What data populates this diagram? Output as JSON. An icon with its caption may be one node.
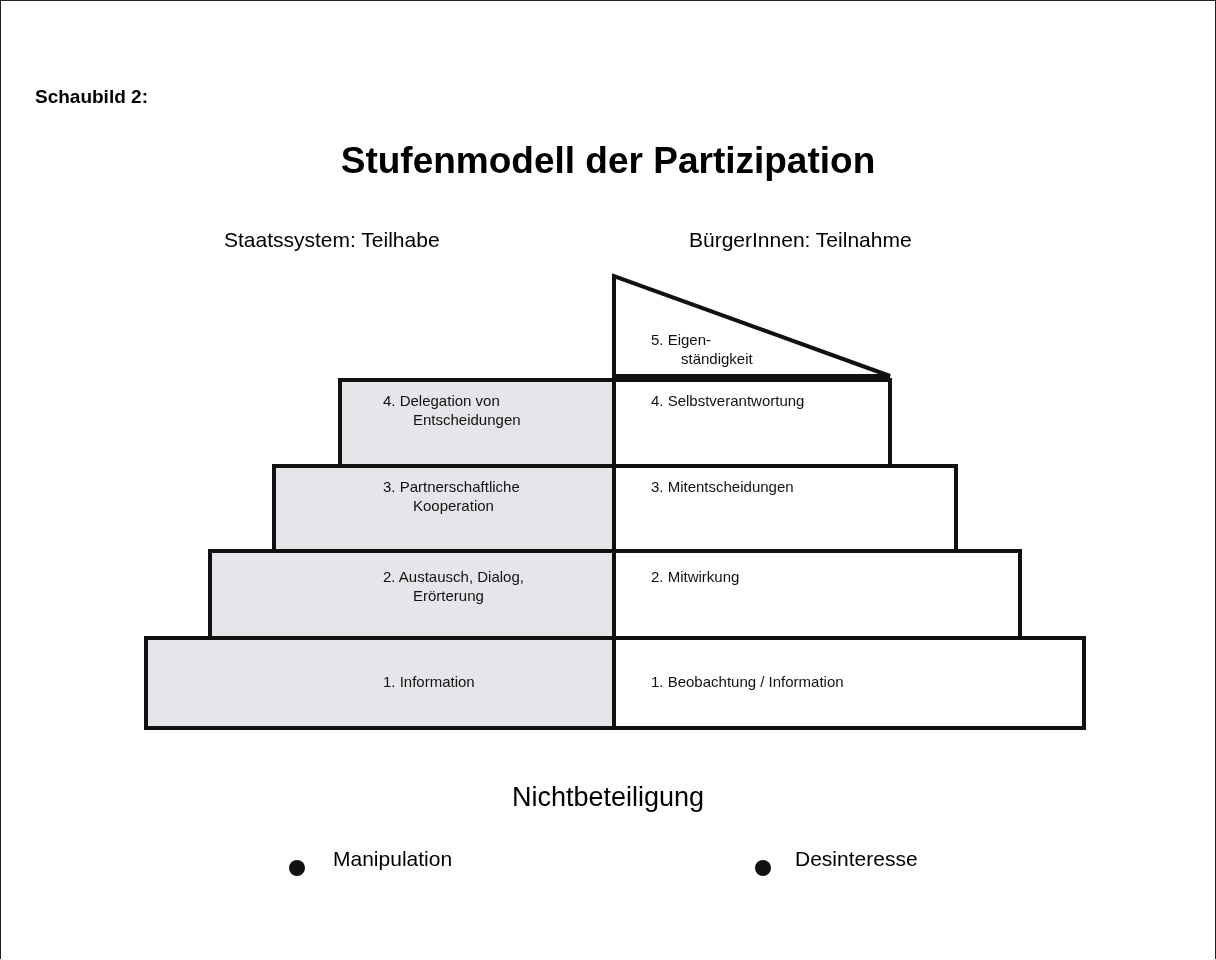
{
  "diagram": {
    "title": "Stufenmodell der Partizipation",
    "nodes": [
      {
        "text": [
          "5. Eigen- ständigkeit"
        ]
      },
      {
        "text": [
          "4. Delegation von Entscheidungen"
        ]
      },
      {
        "text": [
          "4. Selbstverantwortung"
        ]
      },
      {
        "text": [
          "3. Partnerschaftliche Kooperation"
        ]
      },
      {
        "text": [
          "3. Mitentscheidungen"
        ]
      },
      {
        "text": [
          "2. Austausch, Dialog, Erörterung"
        ]
      },
      {
        "text": [
          "2. Mitwirkung"
        ]
      },
      {
        "text": [
          "1. Information"
        ]
      },
      {
        "text": [
          "1. Beobachtung / Information"
        ]
      }
    ],
    "edges": [],
    "labels": [
      "Schaubild 2:",
      "Staatssystem: Teilhabe",
      "BürgerInnen: Teilnahme",
      "Nichtbeteiligung",
      "Manipulation",
      "Desinteresse"
    ]
  }
}
